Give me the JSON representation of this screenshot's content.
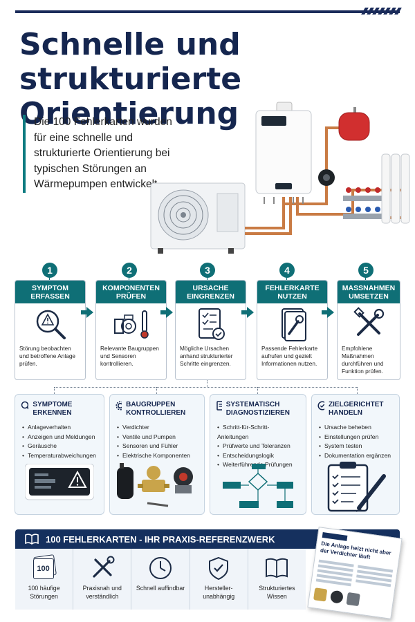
{
  "title": {
    "line1": "Schnelle und",
    "line2": "strukturierte Orientierung"
  },
  "intro": "Die 100 Fehlerkarten wurden für eine schnelle und strukturierte Orientierung bei typischen Störungen an Wärmepumpen entwickelt.",
  "steps": [
    {
      "num": "1",
      "title": "SYMPTOM ERFASSEN",
      "text": "Störung beobachten und betroffene Anlage prüfen.",
      "icon": "magnifier-warning-icon"
    },
    {
      "num": "2",
      "title": "KOMPONENTEN PRÜFEN",
      "text": "Relevante Baugruppen und Sensoren kontrollieren.",
      "icon": "pump-thermometer-icon"
    },
    {
      "num": "3",
      "title": "URSACHE EINGRENZEN",
      "text": "Mögliche Ursachen anhand strukturierter Schritte eingrenzen.",
      "icon": "checklist-icon"
    },
    {
      "num": "4",
      "title": "FEHLERKARTE NUTZEN",
      "text": "Passende Fehlerkarte aufrufen und gezielt Informationen nutzen.",
      "icon": "wrench-card-icon"
    },
    {
      "num": "5",
      "title": "MASSNAHMEN UMSETZEN",
      "text": "Empfohlene Maßnahmen durchführen und Funktion prüfen.",
      "icon": "tools-icon"
    }
  ],
  "panels": [
    {
      "title": "SYMPTOME ERKENNEN",
      "icon": "search-warning-icon",
      "items": [
        "Anlageverhalten",
        "Anzeigen und Meldungen",
        "Geräusche",
        "Temperaturabweichungen"
      ]
    },
    {
      "title": "BAUGRUPPEN KONTROLLIEREN",
      "icon": "gear-icon",
      "items": [
        "Verdichter",
        "Ventile und Pumpen",
        "Sensoren und Fühler",
        "Elektrische Komponenten"
      ]
    },
    {
      "title": "SYSTEMATISCH DIAGNOSTIZIEREN",
      "icon": "checklist-icon",
      "items": [
        "Schritt-für-Schritt-Anleitungen",
        "Prüfwerte und Toleranzen",
        "Entscheidungslogik",
        "Weiterführende Prüfungen"
      ]
    },
    {
      "title": "ZIELGERICHTET HANDELN",
      "icon": "clock-check-icon",
      "items": [
        "Ursache beheben",
        "Einstellungen prüfen",
        "System testen",
        "Dokumentation ergänzen"
      ]
    }
  ],
  "band": {
    "title": "100 FEHLERKARTEN - IHR PRAXIS-REFERENZWERK"
  },
  "features": [
    {
      "icon": "cards-100-icon",
      "badge": "100",
      "label": "100 häufige Störungen"
    },
    {
      "icon": "tools-icon",
      "label": "Praxisnah und verständlich"
    },
    {
      "icon": "clock-icon",
      "label": "Schnell auffindbar"
    },
    {
      "icon": "shield-check-icon",
      "label": "Hersteller-unabhängig"
    },
    {
      "icon": "book-icon",
      "label": "Strukturiertes Wissen"
    }
  ],
  "card_preview": {
    "headline": "Die Anlage heizt nicht aber der Verdichter läuft"
  },
  "colors": {
    "teal": "#0f6f76",
    "navy": "#15305e",
    "panel_bg": "#f2f7fb"
  }
}
